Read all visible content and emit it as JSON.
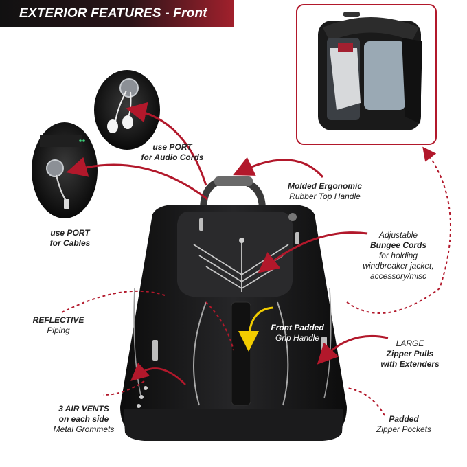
{
  "banner": {
    "title": "EXTERIOR FEATURES - Front"
  },
  "colors": {
    "accent": "#b2182b",
    "banner_dark": "#111111",
    "bag": "#1c1c1e",
    "yellow_arrow": "#f2cc00"
  },
  "callouts": {
    "audio_port": {
      "line1": "use PORT",
      "line2": "for Audio Cords"
    },
    "cable_port": {
      "line1": "use PORT",
      "line2": "for Cables"
    },
    "top_handle": {
      "line1": "Molded Ergonomic",
      "line2": "Rubber Top Handle"
    },
    "bungee": {
      "line1": "Adjustable",
      "line2": "Bungee Cords",
      "line3": "for holding",
      "line4": "windbreaker jacket,",
      "line5": "accessory/misc"
    },
    "reflective": {
      "line1": "REFLECTIVE",
      "line2": "Piping"
    },
    "grip_handle": {
      "line1": "Front Padded",
      "line2": "Grip Handle"
    },
    "zipper_pulls": {
      "line1": "LARGE",
      "line2": "Zipper Pulls",
      "line3": "with Extenders"
    },
    "air_vents": {
      "line1": "3 AIR VENTS",
      "line2": "on each side",
      "line3": "Metal Grommets"
    },
    "pockets": {
      "line1": "Padded",
      "line2": "Zipper Pockets"
    }
  }
}
